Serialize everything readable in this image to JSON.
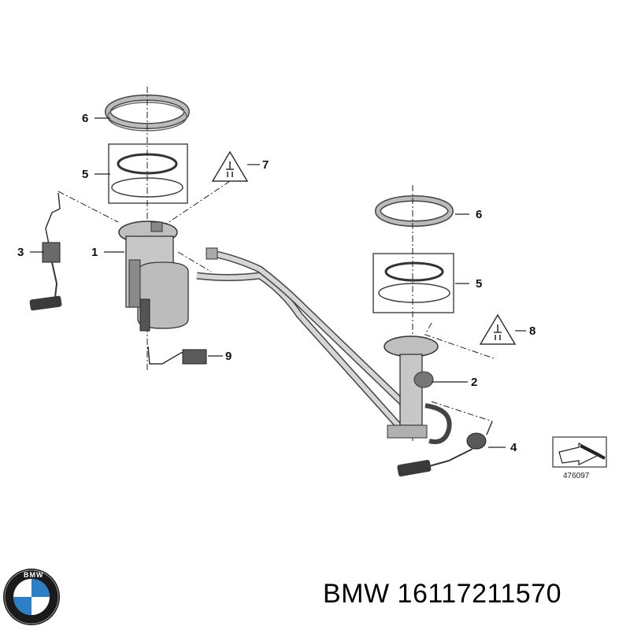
{
  "callouts": {
    "c1": "1",
    "c2": "2",
    "c3": "3",
    "c4": "4",
    "c5a": "5",
    "c5b": "5",
    "c6a": "6",
    "c6b": "6",
    "c7": "7",
    "c8": "8",
    "c9": "9"
  },
  "reference_number": "476097",
  "brand": {
    "name": "BMW",
    "part_number": "16117211570",
    "logo_text": "BMW"
  },
  "colors": {
    "accent": "#2b7fc4",
    "line": "#222222",
    "part_fill": "#cfcfcf"
  }
}
